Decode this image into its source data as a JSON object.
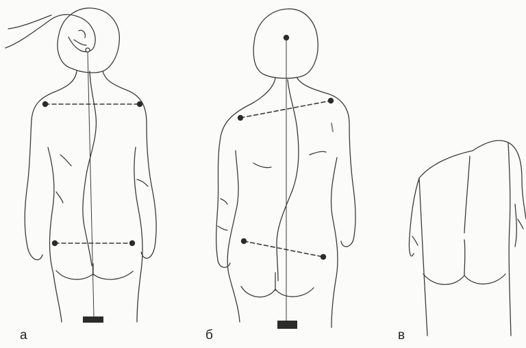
{
  "figures": [
    {
      "id": "a",
      "label": "а"
    },
    {
      "id": "b",
      "label": "б"
    },
    {
      "id": "c",
      "label": "в"
    }
  ],
  "colors": {
    "line": "#3a3a3a",
    "marker": "#2b2b2b",
    "background": "#fbfbf9"
  }
}
